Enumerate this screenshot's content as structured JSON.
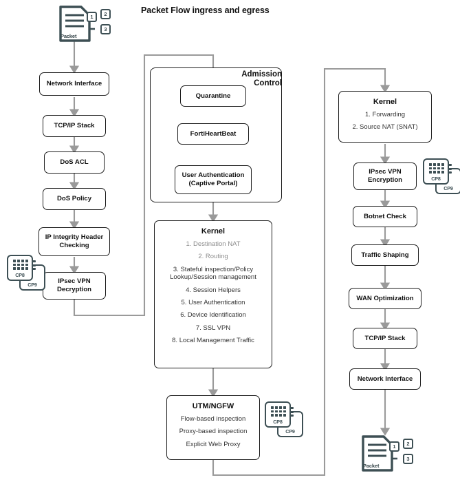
{
  "title": "Packet Flow ingress and egress",
  "icons": {
    "packet_label": "Packet",
    "tag1": "1",
    "tag2": "2",
    "tag3": "3",
    "cp8": "CP8",
    "cp9": "CP9",
    "packet_icon_name": "packet-document-icon",
    "chip_icon_name": "cp-processor-chip-icon"
  },
  "colors": {
    "box_border": "#1c1c1c",
    "box_fill": "#ffffff",
    "arrow": "#9a9a9a",
    "icon_accent": "#3d4f54",
    "text": "#111111",
    "muted_text": "#8c8c8c"
  },
  "ingress_column": {
    "steps": [
      {
        "label": "Network Interface"
      },
      {
        "label": "TCP/IP Stack"
      },
      {
        "label": "DoS ACL"
      },
      {
        "label": "DoS Policy"
      },
      {
        "label": "IP Integrity Header Checking",
        "lines": [
          "IP Integrity Header",
          "Checking"
        ]
      },
      {
        "label": "IPsec VPN Decryption",
        "lines": [
          "IPsec VPN",
          "Decryption"
        ]
      }
    ]
  },
  "admission_control": {
    "title": "Admission Control",
    "title_lines": [
      "Admission",
      "Control"
    ],
    "steps": [
      {
        "label": "Quarantine"
      },
      {
        "label": "FortiHeartBeat"
      },
      {
        "label": "User Authentication (Captive Portal)",
        "lines": [
          "User Authentication",
          "(Captive Portal)"
        ]
      }
    ]
  },
  "kernel_ingress": {
    "heading": "Kernel",
    "items": [
      {
        "text": "1. Destination NAT",
        "faint": true
      },
      {
        "text": "2. Routing",
        "faint": true
      },
      {
        "text": "3. Stateful inspection/Policy Lookup/Session management",
        "lines": [
          "3. Stateful inspection/Policy",
          "Lookup/Session management"
        ],
        "faint": false
      },
      {
        "text": "4. Session Helpers",
        "faint": false
      },
      {
        "text": "5. User Authentication",
        "faint": false
      },
      {
        "text": "6. Device Identification",
        "faint": false
      },
      {
        "text": "7. SSL VPN",
        "faint": false
      },
      {
        "text": "8. Local Management Traffic",
        "faint": false
      }
    ]
  },
  "utm_ngfw": {
    "heading": "UTM/NGFW",
    "items": [
      {
        "text": "Flow-based inspection"
      },
      {
        "text": "Proxy-based inspection"
      },
      {
        "text": "Explicit Web Proxy"
      }
    ]
  },
  "kernel_egress": {
    "heading": "Kernel",
    "items": [
      {
        "text": "1. Forwarding"
      },
      {
        "text": "2. Source NAT (SNAT)"
      }
    ]
  },
  "egress_column": {
    "steps": [
      {
        "label": "IPsec VPN Encryption",
        "lines": [
          "IPsec VPN",
          "Encryption"
        ]
      },
      {
        "label": "Botnet Check"
      },
      {
        "label": "Traffic Shaping"
      },
      {
        "label": "WAN Optimization"
      },
      {
        "label": "TCP/IP Stack"
      },
      {
        "label": "Network Interface"
      }
    ]
  }
}
